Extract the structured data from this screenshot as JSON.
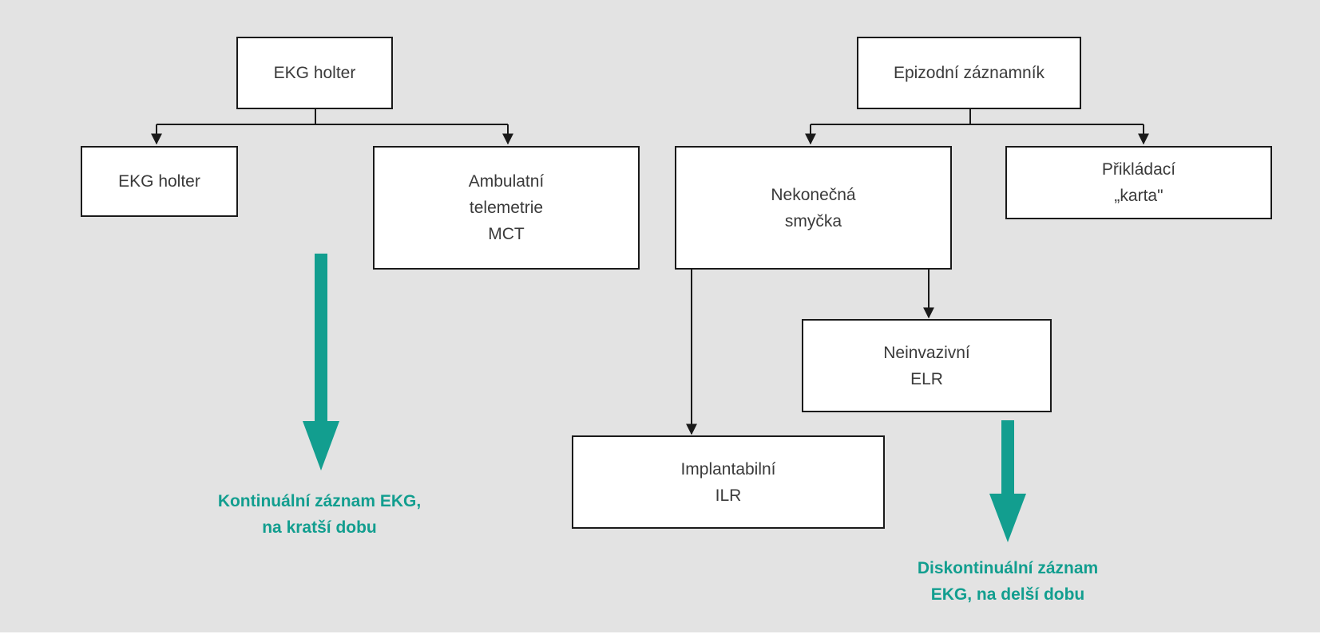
{
  "colors": {
    "background": "#e3e3e3",
    "box_fill": "#ffffff",
    "box_border": "#1a1a1a",
    "connector": "#1a1a1a",
    "accent": "#129e8f"
  },
  "nodes": {
    "ekg_holter_root": "EKG holter",
    "ekg_holter": "EKG holter",
    "ambulatory_telemetry": "Ambulatní\ntelemetrie\nMCT",
    "episodic_recorder": "Epizodní záznamník",
    "endless_loop": "Nekonečná\nsmyčka",
    "patch_card": "Přikládací\n„karta\"",
    "noninvasive_elr": "Neinvazivní\nELR",
    "implantable_ilr": "Implantabilní\nILR"
  },
  "notes": {
    "continuous": "Kontinuální záznam EKG,\nna kratší dobu",
    "discontinuous": "Diskontinuální záznam\nEKG, na delší dobu"
  }
}
